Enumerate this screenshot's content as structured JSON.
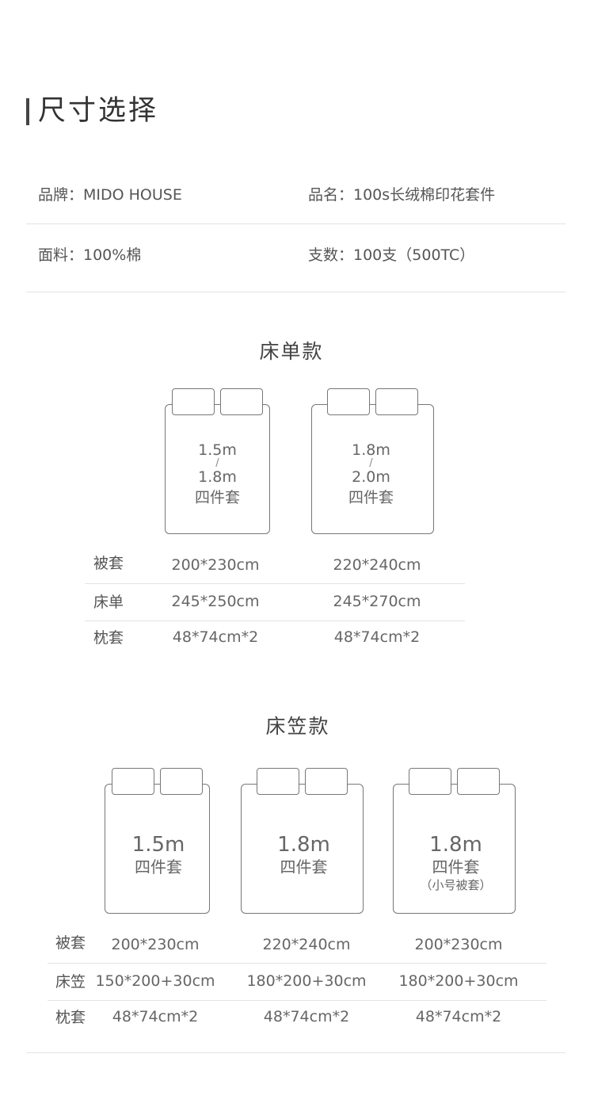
{
  "header": {
    "title": "尺寸选择"
  },
  "specs": {
    "brand": "品牌：MIDO HOUSE",
    "product_name": "品名：100s长绒棉印花套件",
    "fabric": "面料：100%棉",
    "thread_count": "支数：100支（500TC）"
  },
  "flat_sheet_section": {
    "title": "床单款",
    "beds": [
      {
        "size_a": "1.5m",
        "slash": "/",
        "size_b": "1.8m",
        "set": "四件套"
      },
      {
        "size_a": "1.8m",
        "slash": "/",
        "size_b": "2.0m",
        "set": "四件套"
      }
    ],
    "rows": [
      {
        "label": "被套",
        "values": [
          "200*230cm",
          "220*240cm"
        ]
      },
      {
        "label": "床单",
        "values": [
          "245*250cm",
          "245*270cm"
        ]
      },
      {
        "label": "枕套",
        "values": [
          "48*74cm*2",
          "48*74cm*2"
        ]
      }
    ]
  },
  "fitted_sheet_section": {
    "title": "床笠款",
    "beds": [
      {
        "size": "1.5m",
        "set": "四件套",
        "note": ""
      },
      {
        "size": "1.8m",
        "set": "四件套",
        "note": ""
      },
      {
        "size": "1.8m",
        "set": "四件套",
        "note": "（小号被套）"
      }
    ],
    "rows": [
      {
        "label": "被套",
        "values": [
          "200*230cm",
          "220*240cm",
          "200*230cm"
        ]
      },
      {
        "label": "床笠",
        "values": [
          "150*200+30cm",
          "180*200+30cm",
          "180*200+30cm"
        ]
      },
      {
        "label": "枕套",
        "values": [
          "48*74cm*2",
          "48*74cm*2",
          "48*74cm*2"
        ]
      }
    ]
  }
}
